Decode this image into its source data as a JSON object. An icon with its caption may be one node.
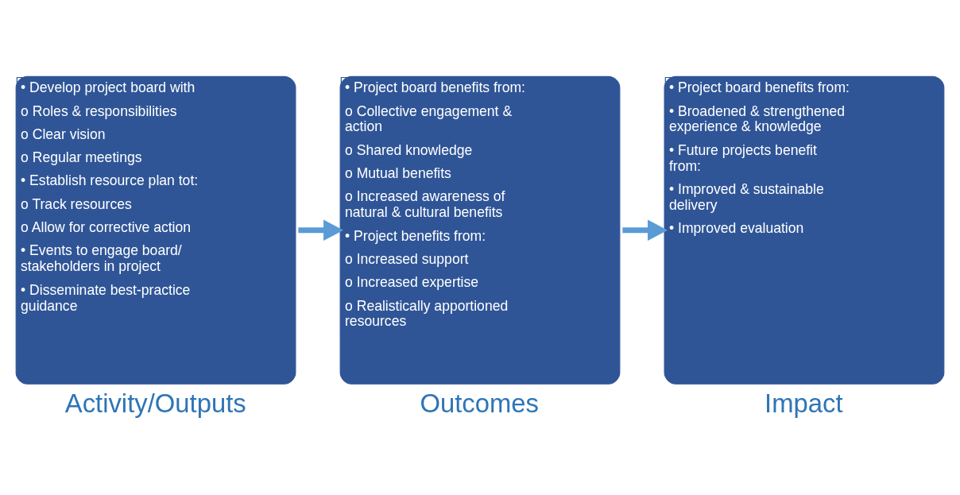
{
  "diagram": {
    "nodes": [
      {
        "text": [
          "• Develop project board with",
          "o Roles & responsibilities",
          "o Clear vision",
          "o Regular meetings",
          "• Establish resource plan tot:",
          "o Track resources",
          "o Allow for corrective action",
          "• Events to engage board/ stakeholders in project",
          "• Disseminate best-practice guidance"
        ],
        "beside": [
          "Activity/Outputs"
        ]
      },
      {
        "text": [
          "• Project board benefits from:",
          "o Collective engagement & action",
          "o Shared knowledge",
          "o Mutual benefits",
          "o Increased awareness of natural & cultural benefits",
          "• Project benefits from:",
          "o Increased support",
          "o Increased expertise",
          "o Realistically apportioned resources"
        ],
        "beside": [
          "Outcomes"
        ]
      },
      {
        "text": [
          "• Project board benefits from:",
          "• Broadened & strengthened experience & knowledge",
          "• Future projects benefit from:",
          "• Improved & sustainable delivery",
          "• Improved evaluation"
        ],
        "beside": [
          "Impact"
        ]
      }
    ],
    "edges": [
      {
        "from": 0,
        "to": 1,
        "arrow": "to"
      },
      {
        "from": 1,
        "to": 2,
        "arrow": "to"
      }
    ]
  }
}
